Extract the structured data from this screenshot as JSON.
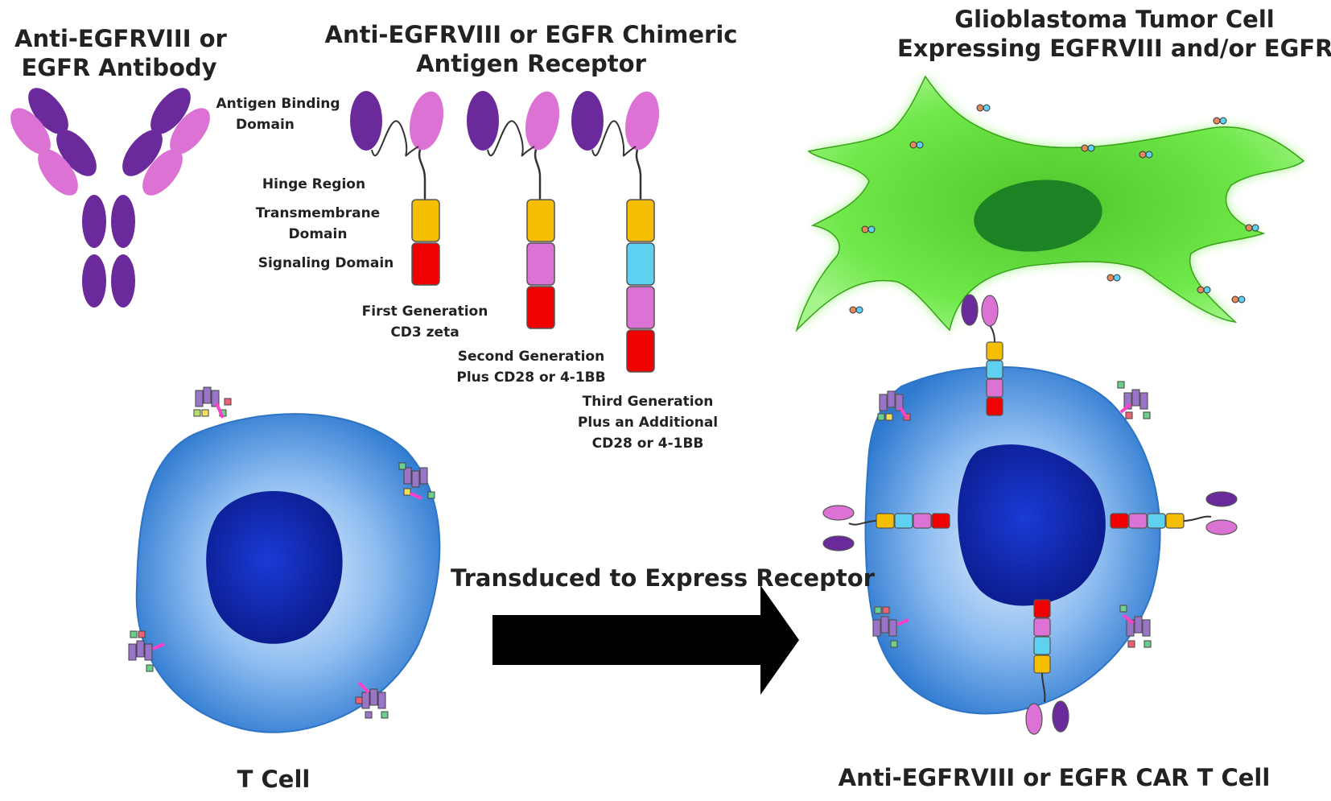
{
  "colors": {
    "heavy_chain": "#6b2a9b",
    "light_chain": "#dc72d4",
    "hinge": "#333333",
    "transmembrane": "#f6be00",
    "signaling": "#f00000",
    "costim_1": "#dc72d4",
    "costim_2": "#5ed0f0",
    "tumor_cell": "#5fe03a",
    "tumor_nucleus": "#167a22",
    "t_cell": "#3a86d6",
    "t_cell_nucleus": "#0d1e9a",
    "arrow": "#000000"
  },
  "titles": {
    "antibody": [
      "Anti-EGFRVIII or",
      "EGFR Antibody"
    ],
    "car": [
      "Anti-EGFRVIII or EGFR Chimeric",
      "Antigen Receptor"
    ],
    "tumor": [
      "Glioblastoma Tumor Cell",
      "Expressing EGFRVIII and/or EGFR"
    ]
  },
  "domain_labels": {
    "antigen_binding": [
      "Antigen Binding",
      "Domain"
    ],
    "hinge": "Hinge Region",
    "transmembrane": [
      "Transmembrane",
      "Domain"
    ],
    "signaling": "Signaling Domain"
  },
  "generations": {
    "first": [
      "First Generation",
      "CD3 zeta"
    ],
    "second": [
      "Second Generation",
      "Plus CD28 or 4-1BB"
    ],
    "third": [
      "Third Generation",
      "Plus an Additional",
      "CD28 or 4-1BB"
    ]
  },
  "arrow_label": "Transduced to Express Receptor",
  "cell_labels": {
    "t_cell": "T Cell",
    "car_t_cell": "Anti-EGFRVIII or EGFR CAR T Cell"
  }
}
